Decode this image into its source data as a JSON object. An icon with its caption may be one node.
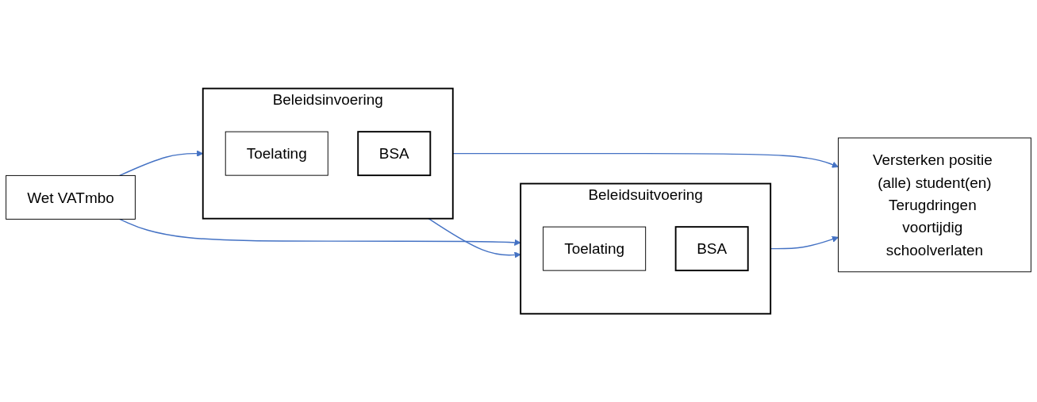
{
  "diagram": {
    "nodes": [
      {
        "text": [
          "Wet VATmbo"
        ]
      },
      {
        "text": [
          "Beleidsinvoering"
        ]
      },
      {
        "text": [
          "Toelating"
        ],
        "in": 1
      },
      {
        "text": [
          "BSA"
        ],
        "in": 1
      },
      {
        "text": [
          "Beleidsuitvoering"
        ]
      },
      {
        "text": [
          "Toelating"
        ],
        "in": 4
      },
      {
        "text": [
          "BSA"
        ],
        "in": 4
      },
      {
        "text": [
          "Versterken positie (alle) student(en)",
          "Terugdringen voortijdig schoolverlaten"
        ]
      }
    ],
    "edges": [
      {
        "from": 0,
        "to": 1,
        "arrow": "to"
      },
      {
        "from": 0,
        "to": 4,
        "arrow": "to"
      },
      {
        "from": 1,
        "to": 4,
        "arrow": "to"
      },
      {
        "from": 1,
        "to": 7,
        "arrow": "to"
      },
      {
        "from": 4,
        "to": 7,
        "arrow": "to"
      }
    ]
  }
}
